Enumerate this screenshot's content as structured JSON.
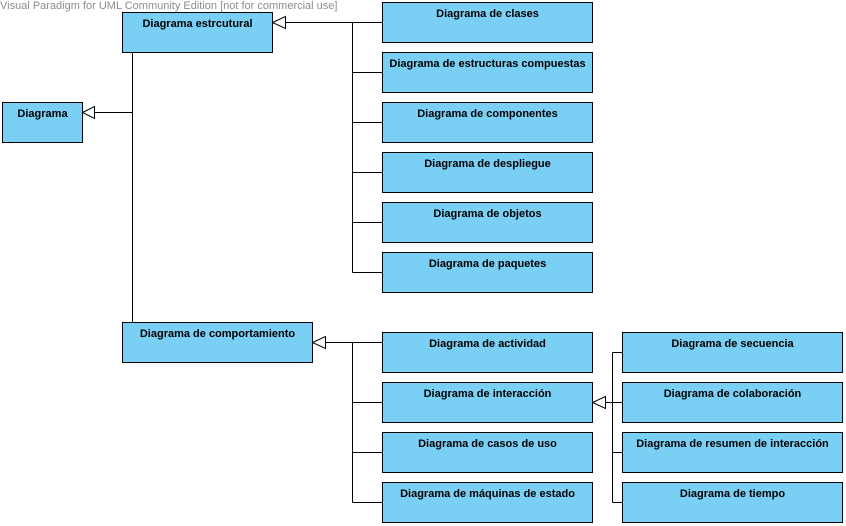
{
  "watermark": "Visual Paradigm for UML Community Edition [not for commercial use]",
  "colors": {
    "box_fill": "#7acff5",
    "box_border": "#000000",
    "watermark": "#8c8c8c"
  },
  "nodes": {
    "diagrama": "Diagrama",
    "estructural": "Diagrama estrcutural",
    "comportamiento": "Diagrama de comportamiento",
    "clases": "Diagrama de clases",
    "estructuras_compuestas": "Diagrama de estructuras compuestas",
    "componentes": "Diagrama de componentes",
    "despliegue": "Diagrama de despliegue",
    "objetos": "Diagrama de objetos",
    "paquetes": "Diagrama de paquetes",
    "actividad": "Diagrama de actividad",
    "interaccion": "Diagrama de interacción",
    "casos_de_uso": "Diagrama de casos de uso",
    "maquinas_de_estado": "Diagrama de máquinas de estado",
    "secuencia": "Diagrama de secuencia",
    "colaboracion": "Diagrama de colaboración",
    "resumen_interaccion": "Diagrama de resumen de interacción",
    "tiempo": "Diagrama de tiempo"
  },
  "generalizations": [
    {
      "parent": "diagrama",
      "children": [
        "estructural",
        "comportamiento"
      ]
    },
    {
      "parent": "estructural",
      "children": [
        "clases",
        "estructuras_compuestas",
        "componentes",
        "despliegue",
        "objetos",
        "paquetes"
      ]
    },
    {
      "parent": "comportamiento",
      "children": [
        "actividad",
        "interaccion",
        "casos_de_uso",
        "maquinas_de_estado"
      ]
    },
    {
      "parent": "interaccion",
      "children": [
        "secuencia",
        "colaboracion",
        "resumen_interaccion",
        "tiempo"
      ]
    }
  ]
}
